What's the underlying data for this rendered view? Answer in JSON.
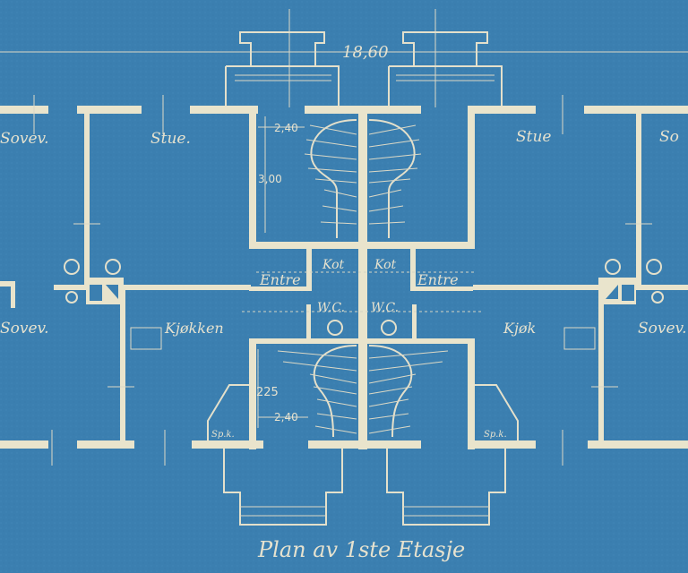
{
  "drawing": {
    "title": "Plan av 1ste Etasje",
    "overall_dimension": "18,60",
    "colors": {
      "paper": "#3b7fb0",
      "line": "#e9e4cc"
    }
  },
  "rooms": {
    "left": {
      "sovev_top": "Sovev.",
      "stue": "Stue.",
      "entre": "Entre",
      "kot": "Kot",
      "wc": "W.C.",
      "sovev_bottom": "Sovev.",
      "kjokken": "Kjøkken",
      "spk": "Sp.k."
    },
    "right": {
      "stue": "Stue",
      "sovev_top": "So",
      "kot": "Kot",
      "entre": "Entre",
      "wc": "W.C.",
      "kjok": "Kjøk",
      "sovev_bottom": "Sovev.",
      "spk": "Sp.k."
    }
  },
  "dimensions": {
    "stair_width_top": "2,40",
    "stair_depth_top": "3,00",
    "stair_depth_bottom": "225",
    "stair_width_bottom": "2,40"
  }
}
